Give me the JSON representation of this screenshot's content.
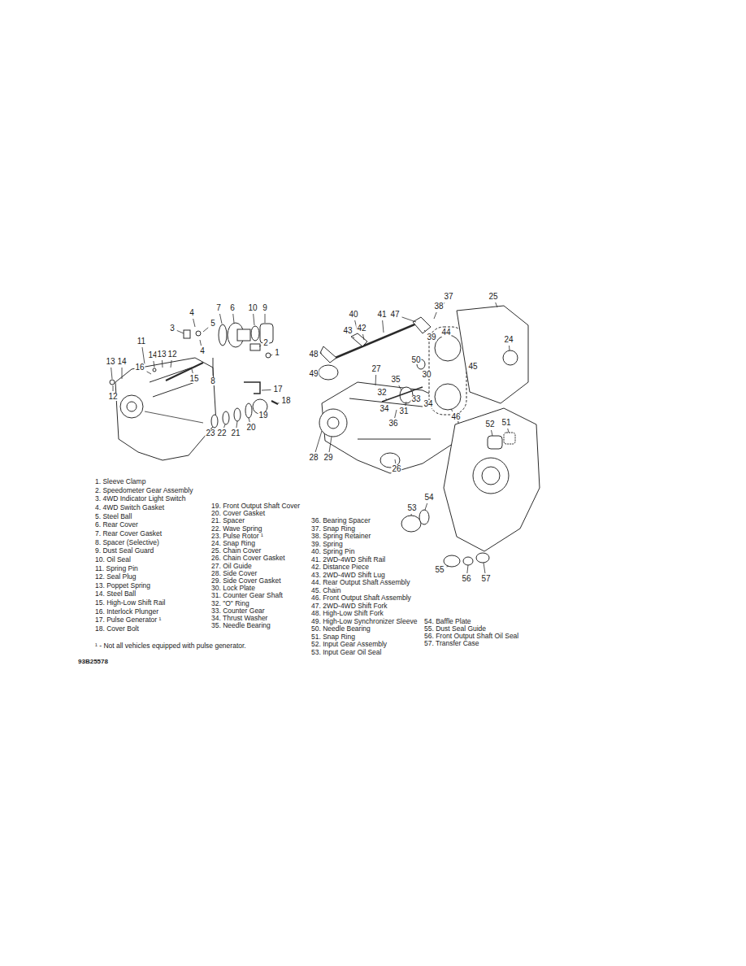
{
  "diagram": {
    "labels": [
      "4",
      "3",
      "4",
      "5",
      "7",
      "6",
      "10",
      "9",
      "2",
      "1",
      "11",
      "13",
      "14",
      "14",
      "13",
      "12",
      "16",
      "12",
      "15",
      "8",
      "17",
      "18",
      "19",
      "20",
      "21",
      "22",
      "23",
      "37",
      "25",
      "38",
      "40",
      "41",
      "47",
      "39",
      "43",
      "42",
      "44",
      "24",
      "48",
      "49",
      "50",
      "45",
      "30",
      "27",
      "35",
      "32",
      "34",
      "33",
      "34",
      "31",
      "36",
      "46",
      "28",
      "29",
      "26",
      "52",
      "51",
      "53",
      "54",
      "55",
      "56",
      "57",
      "1. Sleeve Clamp",
      "2. Speedometer Gear Assembly",
      "3. 4WD Indicator Light Switch",
      "4. 4WD Switch Gasket",
      "5. Steel Ball",
      "6. Rear Cover",
      "7. Rear Cover Gasket",
      "8. Spacer (Selective)",
      "9. Dust Seal Guard",
      "10. Oil Seal",
      "11. Spring Pin",
      "12. Seal Plug",
      "13. Poppet Spring",
      "14. Steel Ball",
      "15. High-Low Shift Rail",
      "16. Interlock Plunger",
      "17. Pulse Generator ¹",
      "18. Cover Bolt",
      "19. Front Output Shaft Cover",
      "20. Cover Gasket",
      "21. Spacer",
      "22. Wave Spring",
      "23. Pulse Rotor ¹",
      "24. Snap Ring",
      "25. Chain Cover",
      "26. Chain Cover Gasket",
      "27. Oil Guide",
      "28. Side Cover",
      "29. Side Cover Gasket",
      "30. Lock Plate",
      "31. Counter Gear Shaft",
      "32. \"O\" Ring",
      "33. Counter Gear",
      "34. Thrust Washer",
      "35. Needle Bearing",
      "36. Bearing Spacer",
      "37. Snap Ring",
      "38. Spring Retainer",
      "39. Spring",
      "40. Spring Pin",
      "41. 2WD-4WD Shift Rail",
      "42. Distance Piece",
      "43. 2WD-4WD Shift Lug",
      "44. Rear Output Shaft Assembly",
      "45. Chain",
      "46. Front Output Shaft Assembly",
      "47. 2WD-4WD Shift Fork",
      "48. High-Low Shift Fork",
      "49. High-Low Synchronizer Sleeve",
      "50. Needle Bearing",
      "51. Snap Ring",
      "52. Input Gear Assembly",
      "53. Input Gear Oil Seal",
      "54. Baffle Plate",
      "55. Dust Seal Guide",
      "56. Front Output Shaft Oil Seal",
      "57. Transfer Case",
      "¹ - Not all vehicles equipped with pulse generator.",
      "93B25578"
    ]
  }
}
